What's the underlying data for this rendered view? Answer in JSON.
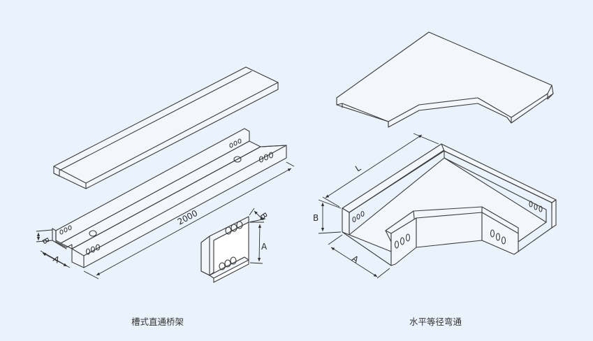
{
  "diagrams": {
    "straight": {
      "caption": "槽式直通桥架",
      "dim_length": "2000",
      "dim_a": "A",
      "dim_b": "B",
      "detail_a": "A",
      "detail_b": "B"
    },
    "elbow": {
      "caption": "水平等径弯通",
      "dim_l": "L",
      "dim_a": "A",
      "dim_b": "B"
    }
  },
  "colors": {
    "background": "#eaf3fb",
    "line": "#3a3a3a"
  }
}
